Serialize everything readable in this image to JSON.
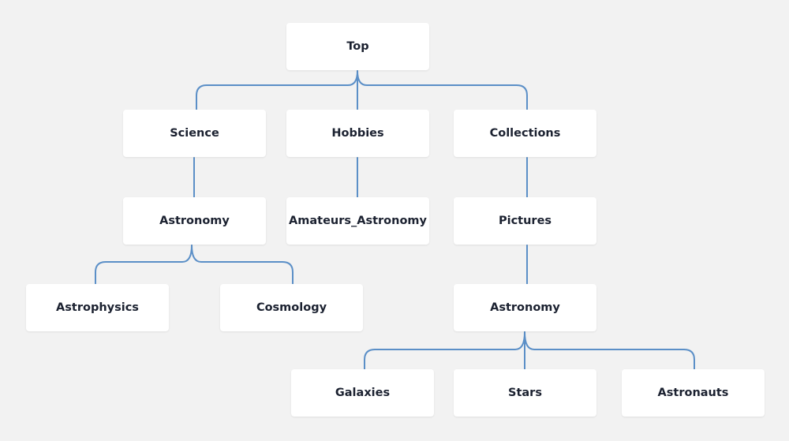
{
  "colors": {
    "background": "#f2f2f2",
    "node": "#ffffff",
    "connector": "#5b8fc7",
    "text": "#1b2130"
  },
  "nodes": {
    "top": "Top",
    "science": "Science",
    "hobbies": "Hobbies",
    "collections": "Collections",
    "astronomy_science": "Astronomy",
    "amateurs_astronomy": "Amateurs_Astronomy",
    "pictures": "Pictures",
    "astrophysics": "Astrophysics",
    "cosmology": "Cosmology",
    "astronomy_pictures": "Astronomy",
    "galaxies": "Galaxies",
    "stars": "Stars",
    "astronauts": "Astronauts"
  },
  "edges": [
    [
      "Top",
      "Science"
    ],
    [
      "Top",
      "Hobbies"
    ],
    [
      "Top",
      "Collections"
    ],
    [
      "Science",
      "Astronomy"
    ],
    [
      "Hobbies",
      "Amateurs_Astronomy"
    ],
    [
      "Collections",
      "Pictures"
    ],
    [
      "Astronomy",
      "Astrophysics"
    ],
    [
      "Astronomy",
      "Cosmology"
    ],
    [
      "Pictures",
      "Astronomy"
    ],
    [
      "Astronomy",
      "Galaxies"
    ],
    [
      "Astronomy",
      "Stars"
    ],
    [
      "Astronomy",
      "Astronauts"
    ]
  ]
}
